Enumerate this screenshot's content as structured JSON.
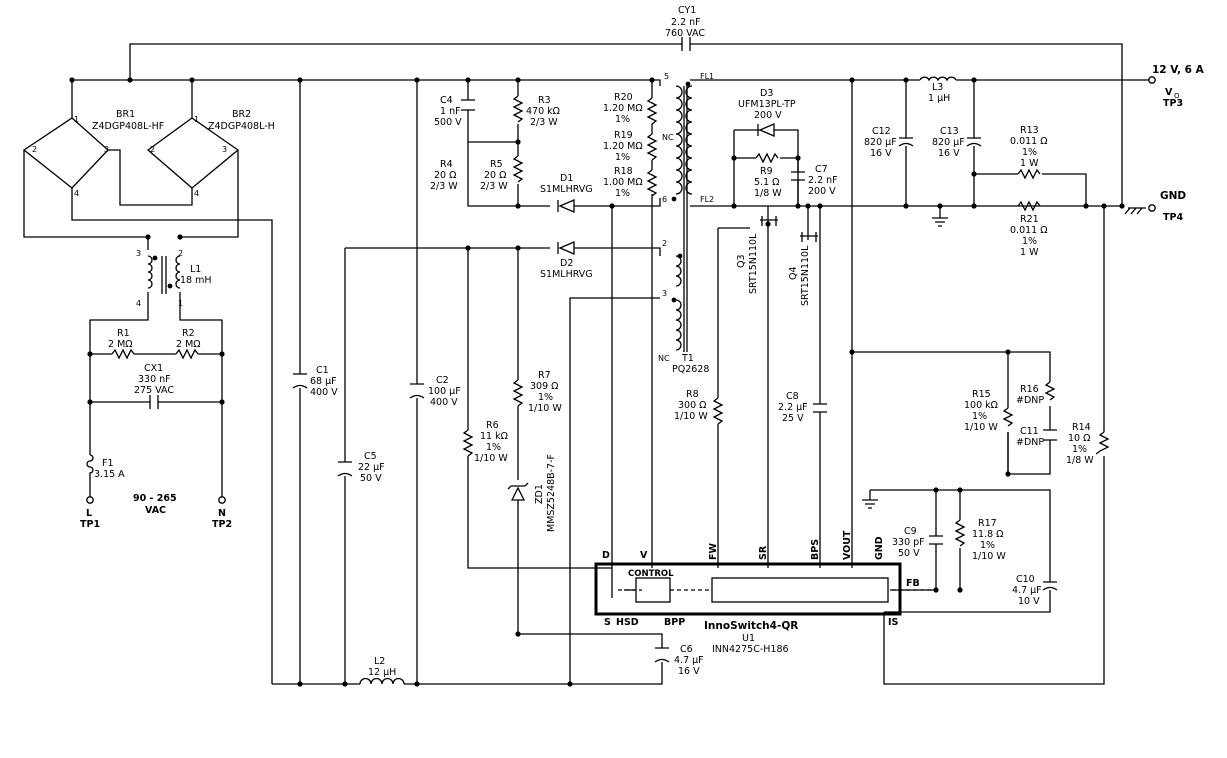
{
  "labels": {
    "cy1_ref": "CY1",
    "cy1_val": "2.2 nF",
    "cy1_volt": "760 VAC",
    "out_label": "12 V, 6 A",
    "vo_main": "V",
    "vo_sub": "O",
    "tp3": "TP3",
    "gnd_label": "GND",
    "tp4": "TP4",
    "br1_ref": "BR1",
    "br1_part": "Z4DGP408L-HF",
    "br2_ref": "BR2",
    "br2_part": "Z4DGP408L-H",
    "l1_ref": "L1",
    "l1_val": "18 mH",
    "r1_ref": "R1",
    "r1_val": "2 MΩ",
    "r2_ref": "R2",
    "r2_val": "2 MΩ",
    "cx1_ref": "CX1",
    "cx1_val": "330 nF",
    "cx1_volt": "275 VAC",
    "f1_ref": "F1",
    "f1_val": "3.15 A",
    "line_l": "L",
    "tp1": "TP1",
    "line_n": "N",
    "tp2": "TP2",
    "input_range": "90 - 265",
    "input_unit": "VAC",
    "c1_ref": "C1",
    "c1_val": "68 µF",
    "c1_volt": "400 V",
    "c2_ref": "C2",
    "c2_val": "100 µF",
    "c2_volt": "400 V",
    "c4_ref": "C4",
    "c4_val": "1 nF",
    "c4_volt": "500 V",
    "r3_ref": "R3",
    "r3_val": "470 kΩ",
    "r3_pow": "2/3 W",
    "r4_ref": "R4",
    "r4_val": "20 Ω",
    "r4_pow": "2/3 W",
    "r5_ref": "R5",
    "r5_val": "20 Ω",
    "r5_pow": "2/3 W",
    "d1_ref": "D1",
    "d1_part": "S1MLHRVG",
    "d2_ref": "D2",
    "d2_part": "S1MLHRVG",
    "r20_ref": "R20",
    "r20_val": "1.20 MΩ",
    "r20_tol": "1%",
    "r19_ref": "R19",
    "r19_val": "1.20 MΩ",
    "r19_tol": "1%",
    "r18_ref": "R18",
    "r18_val": "1.00 MΩ",
    "r18_tol": "1%",
    "pin5": "5",
    "pin6": "6",
    "pin2": "2",
    "pin3": "3",
    "nc1": "NC",
    "nc2": "NC",
    "fl1": "FL1",
    "fl2": "FL2",
    "t1_ref": "T1",
    "t1_part": "PQ2628",
    "d3_ref": "D3",
    "d3_part": "UFM13PL-TP",
    "d3_volt": "200 V",
    "r9_ref": "R9",
    "r9_val": "5.1 Ω",
    "r9_pow": "1/8 W",
    "c7_ref": "C7",
    "c7_val": "2.2 nF",
    "c7_volt": "200 V",
    "q3_ref": "Q3",
    "q3_part": "SRT15N110L",
    "q4_ref": "Q4",
    "q4_part": "SRT15N110L",
    "l3_ref": "L3",
    "l3_val": "1 µH",
    "c12_ref": "C12",
    "c12_val": "820 µF",
    "c12_volt": "16 V",
    "c13_ref": "C13",
    "c13_val": "820 µF",
    "c13_volt": "16 V",
    "r13_ref": "R13",
    "r13_val": "0.011 Ω",
    "r13_tol": "1%",
    "r13_pow": "1 W",
    "r21_ref": "R21",
    "r21_val": "0.011 Ω",
    "r21_tol": "1%",
    "r21_pow": "1 W",
    "c5_ref": "C5",
    "c5_val": "22 µF",
    "c5_volt": "50 V",
    "r6_ref": "R6",
    "r6_val": "11 kΩ",
    "r6_tol": "1%",
    "r6_pow": "1/10 W",
    "r7_ref": "R7",
    "r7_val": "309 Ω",
    "r7_tol": "1%",
    "r7_pow": "1/10 W",
    "zd1_ref": "ZD1",
    "zd1_part": "MMSZ5248B-7-F",
    "r8_ref": "R8",
    "r8_val": "300 Ω",
    "r8_pow": "1/10 W",
    "c8_ref": "C8",
    "c8_val": "2.2 µF",
    "c8_volt": "25 V",
    "r15_ref": "R15",
    "r15_val": "100 kΩ",
    "r15_tol": "1%",
    "r15_pow": "1/10 W",
    "r16_ref": "R16",
    "r16_val": "#DNP",
    "c11_ref": "C11",
    "c11_val": "#DNP",
    "r14_ref": "R14",
    "r14_val": "10 Ω",
    "r14_tol": "1%",
    "r14_pow": "1/8 W",
    "c9_ref": "C9",
    "c9_val": "330 pF",
    "c9_volt": "50 V",
    "r17_ref": "R17",
    "r17_val": "11.8 Ω",
    "r17_tol": "1%",
    "r17_pow": "1/10 W",
    "c10_ref": "C10",
    "c10_val": "4.7 µF",
    "c10_volt": "10 V",
    "l2_ref": "L2",
    "l2_val": "12 µH",
    "c6_ref": "C6",
    "c6_val": "4.7 µF",
    "c6_volt": "16 V",
    "ic_name": "InnoSwitch4-QR",
    "ic_ref": "U1",
    "ic_part": "INN4275C-H186",
    "ctrl": "CONTROL",
    "pin_d": "D",
    "pin_v": "V",
    "pin_fw": "FW",
    "pin_sr": "SR",
    "pin_bps": "BPS",
    "pin_vout": "VOUT",
    "pin_gnd": "GND",
    "pin_fb": "FB",
    "pin_is": "IS",
    "pin_s": "S",
    "pin_hsd": "HSD",
    "pin_bpp": "BPP",
    "bp1": "1",
    "bp2": "2",
    "bp3": "3",
    "bp4": "4",
    "l1p3": "3",
    "l1p2": "2",
    "l1p4": "4",
    "l1p1": "1"
  }
}
